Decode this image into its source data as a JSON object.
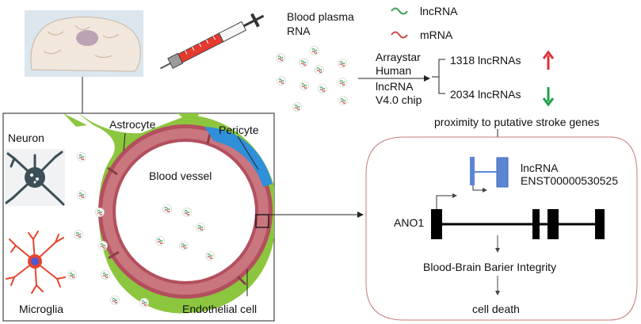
{
  "colors": {
    "astrocyte": "#8cc63f",
    "vessel_wall": "#c9767f",
    "pericyte": "#2f8fd8",
    "lncrna": "#3aa35b",
    "mrna": "#c94d4d",
    "up_arrow": "#e0303a",
    "down_arrow": "#22a04a",
    "gene_box": "#5b86d6",
    "panel_border": "#c87a7a"
  },
  "icons": [
    "brain-slice-icon",
    "syringe-icon",
    "neuron-icon",
    "microglia-icon"
  ],
  "legend": {
    "lncrna_label": "lncRNA",
    "mrna_label": "mRNA"
  },
  "plasma": {
    "label_line1": "Blood plasma",
    "label_line2": "RNA"
  },
  "chip": {
    "line1": "Arraystar",
    "line2": "Human",
    "line3": "lncRNA",
    "line4": "V4.0 chip"
  },
  "results": {
    "up": "1318  lncRNAs",
    "down": "2034  lncRNAs"
  },
  "proximity_label": "proximity to putative stroke genes",
  "vascular_panel": {
    "astrocyte": "Astrocyte",
    "pericyte": "Pericyte",
    "neuron": "Neuron",
    "blood_vessel": "Blood vessel",
    "microglia": "Microglia",
    "endothelial": "Endothelial cell"
  },
  "mechanism": {
    "lncrna_line1": "lncRNA",
    "lncrna_line2": "ENST00000530525",
    "gene": "ANO1",
    "bbb": "Blood-Brain Barier Integrity",
    "outcome": "cell death"
  }
}
